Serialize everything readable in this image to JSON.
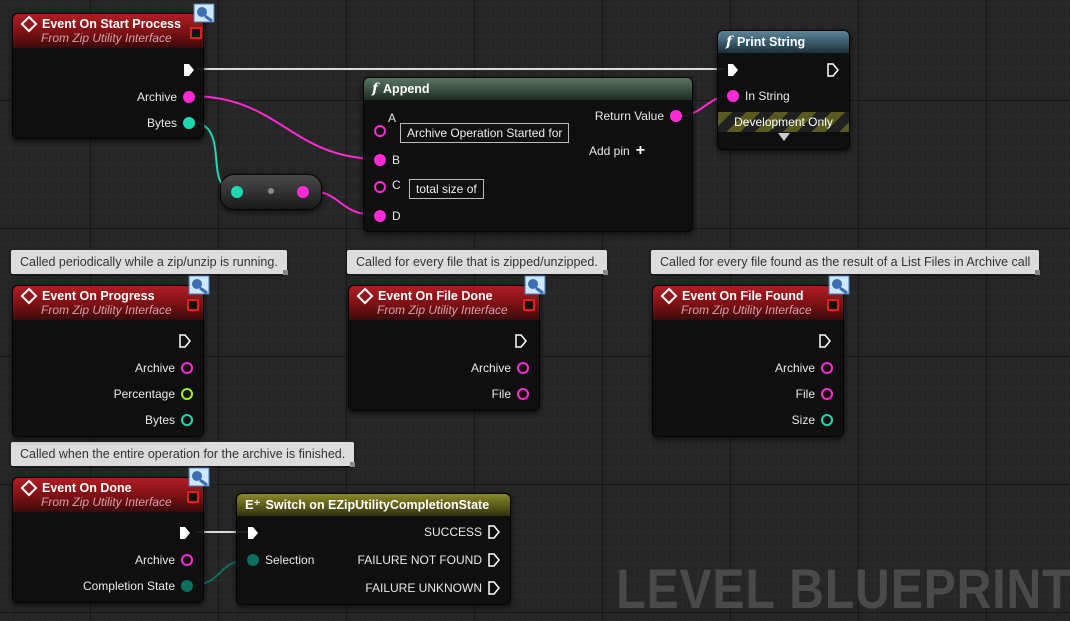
{
  "nodes": {
    "start_process": {
      "title": "Event On Start Process",
      "subtitle": "From Zip Utility Interface",
      "pins": [
        "Archive",
        "Bytes"
      ]
    },
    "print_string": {
      "title": "Print String",
      "pins": [
        "In String"
      ],
      "dev_only": "Development Only"
    },
    "append": {
      "title": "Append",
      "pin_a": "A",
      "pin_a_value": "Archive Operation Started for",
      "pin_b": "B",
      "pin_c": "C",
      "pin_c_value": "total size of",
      "pin_d": "D",
      "return": "Return Value",
      "add_pin": "Add pin"
    },
    "progress": {
      "title": "Event On Progress",
      "subtitle": "From Zip Utility Interface",
      "pins": [
        "Archive",
        "Percentage",
        "Bytes"
      ]
    },
    "file_done": {
      "title": "Event On File Done",
      "subtitle": "From Zip Utility Interface",
      "pins": [
        "Archive",
        "File"
      ]
    },
    "file_found": {
      "title": "Event On File Found",
      "subtitle": "From Zip Utility Interface",
      "pins": [
        "Archive",
        "File",
        "Size"
      ]
    },
    "done": {
      "title": "Event On Done",
      "subtitle": "From Zip Utility Interface",
      "pins": [
        "Archive",
        "Completion State"
      ]
    },
    "switch": {
      "title": "Switch on EZipUtilityCompletionState",
      "selection": "Selection",
      "outputs": [
        "SUCCESS",
        "FAILURE NOT FOUND",
        "FAILURE UNKNOWN"
      ]
    }
  },
  "comments": {
    "progress": "Called periodically while a zip/unzip is running.",
    "file_done": "Called for every file that is zipped/unzipped.",
    "file_found": "Called for every file found as the result of a List Files in Archive call",
    "done": "Called when the entire operation for the archive is finished."
  },
  "watermark": "LEVEL BLUEPRINT",
  "colors": {
    "string_pin": "#ff2ad4",
    "int_pin": "#1ed8b4",
    "float_pin": "#9cf020",
    "byte_pin": "#0d6e60",
    "event_header": "#7a1116",
    "function_header": "#3a5d6e",
    "switch_header": "#5f5f1c"
  },
  "icons": [
    "event-diamond-icon",
    "function-f-icon",
    "interface-badge-icon",
    "exec-arrow-icon",
    "delegate-square-icon",
    "add-plus-icon",
    "expand-arrow-icon",
    "switch-icon"
  ]
}
